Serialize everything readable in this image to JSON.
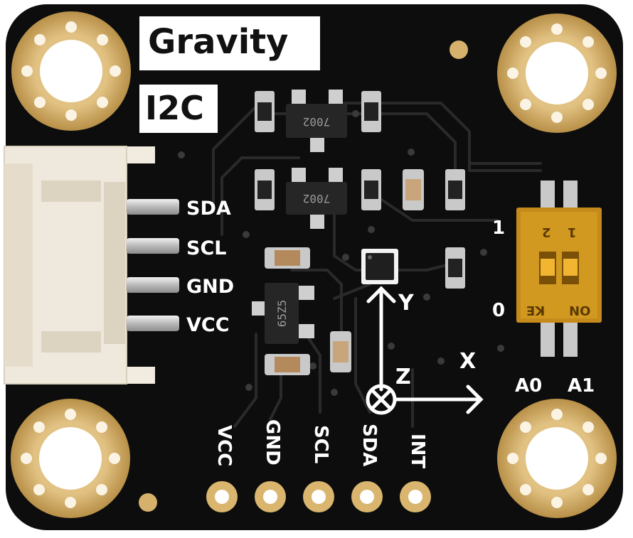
{
  "board": {
    "title": "Gravity",
    "interface": "I2C",
    "colors": {
      "pcb": "#0c0c0c",
      "gold": "#d9b56e",
      "silkscreen": "#ffffff",
      "connector": "#efe8dc",
      "dip_switch": "#c9901d"
    }
  },
  "connector_pins": [
    "SDA",
    "SCL",
    "GND",
    "VCC"
  ],
  "header_pins": [
    "VCC",
    "GND",
    "SCL",
    "SDA",
    "INT"
  ],
  "axes": {
    "x": "X",
    "y": "Y",
    "z": "Z"
  },
  "chip_markings": {
    "regulator_top": "7002",
    "regulator_bottom": "7002",
    "ldo": "65Z5"
  },
  "dip_switch": {
    "high_label": "1",
    "low_label": "0",
    "on_text": "ON",
    "ke_text": "KE",
    "switch_numbers": [
      "1",
      "2"
    ],
    "address_labels": [
      "A0",
      "A1"
    ]
  }
}
